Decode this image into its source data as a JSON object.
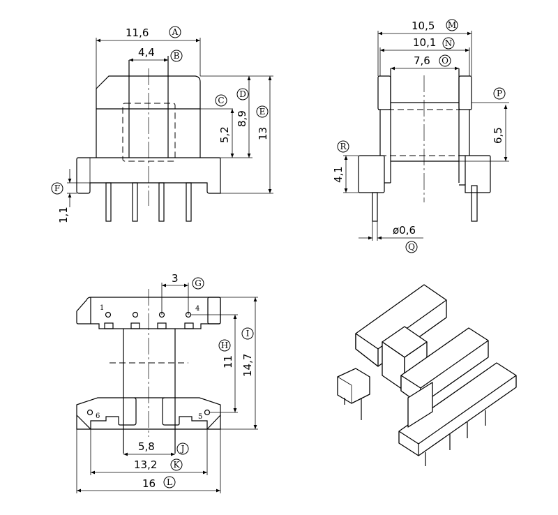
{
  "dimensions": {
    "A": "11,6",
    "B": "4,4",
    "C_D": "5,2",
    "D": "8,9",
    "E": "13",
    "F": "1,1",
    "M": "10,5",
    "N": "10,1",
    "O": "7,6",
    "P": "6,5",
    "R": "4,1",
    "Q": "ø0,6",
    "G": "3",
    "H": "11",
    "I": "14,7",
    "J": "5,8",
    "K": "13,2",
    "L": "16"
  },
  "markers": {
    "A": "A",
    "B": "B",
    "C": "C",
    "D": "D",
    "E": "E",
    "F": "F",
    "G": "G",
    "H": "H",
    "I": "I",
    "J": "J",
    "K": "K",
    "L": "L",
    "M": "M",
    "N": "N",
    "O": "O",
    "P": "P",
    "Q": "Q",
    "R": "R"
  },
  "pin_numbers": {
    "p1": "1",
    "p4": "4",
    "p5": "5",
    "p6": "6"
  }
}
